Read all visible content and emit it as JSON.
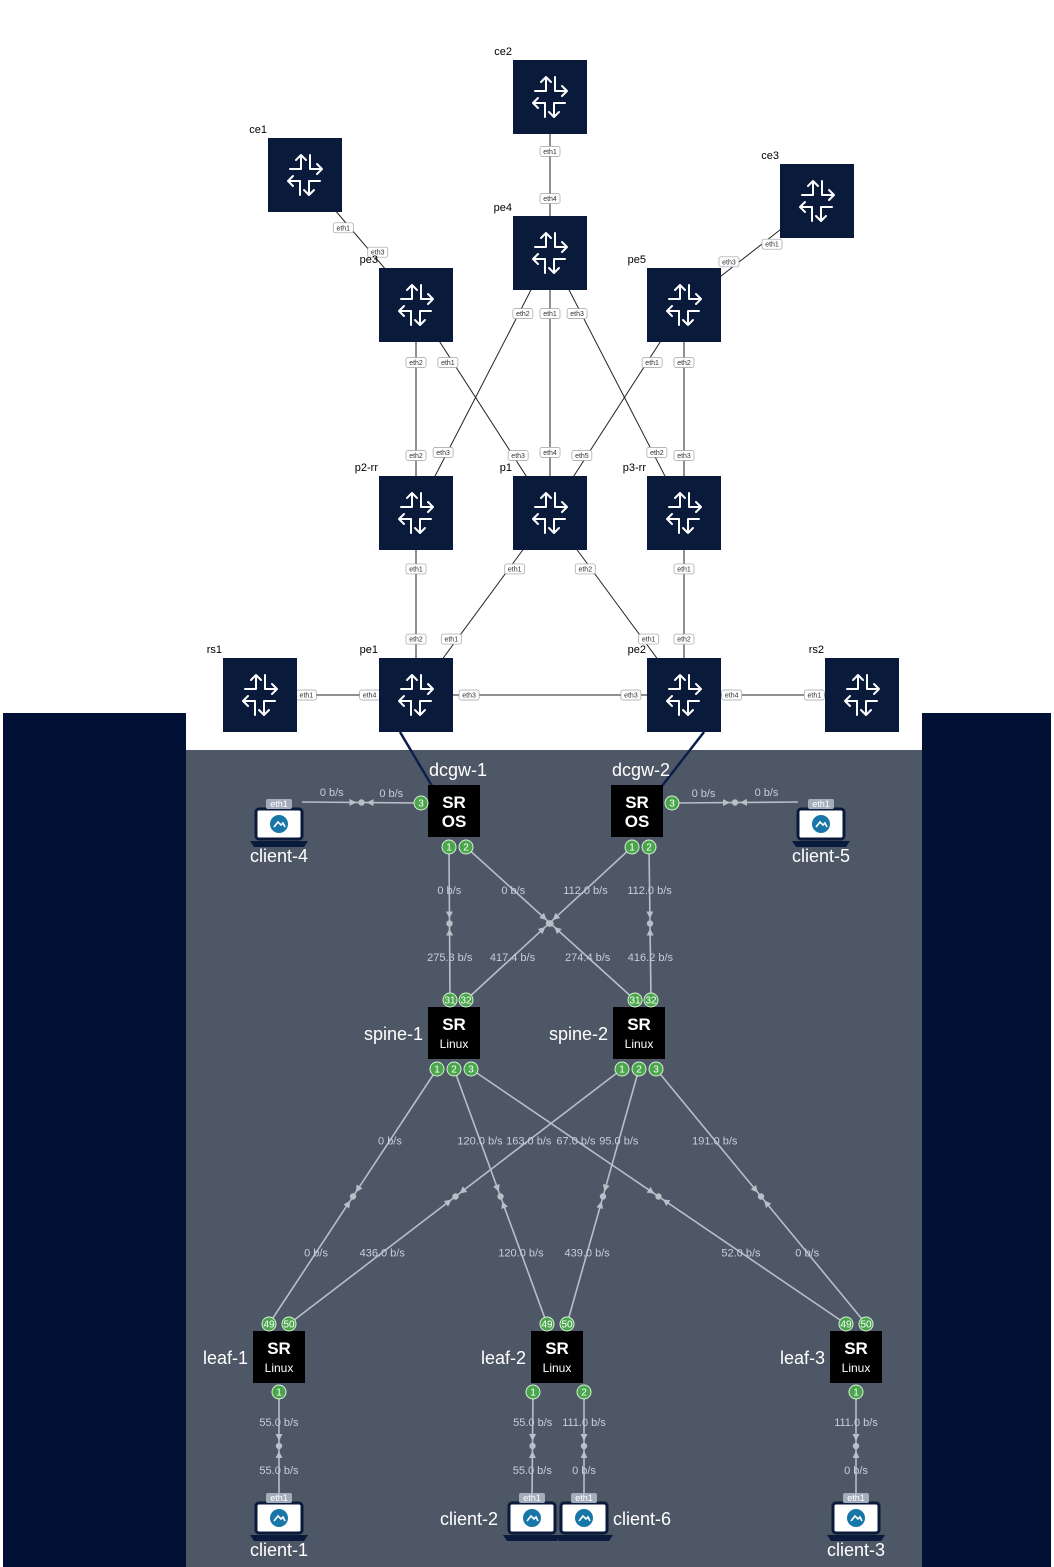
{
  "routers": [
    {
      "id": "ce2",
      "label": "ce2"
    },
    {
      "id": "ce1",
      "label": "ce1"
    },
    {
      "id": "ce3",
      "label": "ce3"
    },
    {
      "id": "pe4",
      "label": "pe4"
    },
    {
      "id": "pe3",
      "label": "pe3"
    },
    {
      "id": "pe5",
      "label": "pe5"
    },
    {
      "id": "p2-rr",
      "label": "p2-rr"
    },
    {
      "id": "p1",
      "label": "p1"
    },
    {
      "id": "p3-rr",
      "label": "p3-rr"
    },
    {
      "id": "rs1",
      "label": "rs1"
    },
    {
      "id": "pe1",
      "label": "pe1"
    },
    {
      "id": "pe2",
      "label": "pe2"
    },
    {
      "id": "rs2",
      "label": "rs2"
    }
  ],
  "links": [
    {
      "a": "ce2",
      "b": "pe4",
      "pa": "eth1",
      "pb": "eth4"
    },
    {
      "a": "ce1",
      "b": "pe3",
      "pa": "eth1",
      "pb": "eth3"
    },
    {
      "a": "ce3",
      "b": "pe5",
      "pa": "eth1",
      "pb": "eth3"
    },
    {
      "a": "pe3",
      "b": "p2-rr",
      "pa": "eth2",
      "pb": "eth2"
    },
    {
      "a": "pe3",
      "b": "p1",
      "pa": "eth1",
      "pb": "eth3"
    },
    {
      "a": "pe4",
      "b": "p2-rr",
      "pa": "eth2",
      "pb": "eth3"
    },
    {
      "a": "pe4",
      "b": "p1",
      "pa": "eth1",
      "pb": "eth4"
    },
    {
      "a": "pe4",
      "b": "p3-rr",
      "pa": "eth3",
      "pb": "eth2"
    },
    {
      "a": "pe5",
      "b": "p1",
      "pa": "eth1",
      "pb": "eth5"
    },
    {
      "a": "pe5",
      "b": "p3-rr",
      "pa": "eth2",
      "pb": "eth3"
    },
    {
      "a": "p2-rr",
      "b": "pe1",
      "pa": "eth1",
      "pb": "eth2"
    },
    {
      "a": "p1",
      "b": "pe1",
      "pa": "eth1",
      "pb": "eth1"
    },
    {
      "a": "p1",
      "b": "pe2",
      "pa": "eth2",
      "pb": "eth1"
    },
    {
      "a": "p3-rr",
      "b": "pe2",
      "pa": "eth1",
      "pb": "eth2"
    },
    {
      "a": "rs1",
      "b": "pe1",
      "pa": "eth1",
      "pb": "eth4"
    },
    {
      "a": "pe1",
      "b": "pe2",
      "pa": "eth3",
      "pb": "eth3"
    },
    {
      "a": "pe2",
      "b": "rs2",
      "pa": "eth4",
      "pb": "eth1"
    }
  ],
  "fabric_devices": [
    {
      "id": "dcgw-1",
      "label": "dcgw-1",
      "title": "SR",
      "subtitle": "OS"
    },
    {
      "id": "dcgw-2",
      "label": "dcgw-2",
      "title": "SR",
      "subtitle": "OS"
    },
    {
      "id": "spine-1",
      "label": "spine-1",
      "title": "SR",
      "subtitle": "Linux"
    },
    {
      "id": "spine-2",
      "label": "spine-2",
      "title": "SR",
      "subtitle": "Linux"
    },
    {
      "id": "leaf-1",
      "label": "leaf-1",
      "title": "SR",
      "subtitle": "Linux"
    },
    {
      "id": "leaf-2",
      "label": "leaf-2",
      "title": "SR",
      "subtitle": "Linux"
    },
    {
      "id": "leaf-3",
      "label": "leaf-3",
      "title": "SR",
      "subtitle": "Linux"
    }
  ],
  "clients": [
    {
      "id": "client-1",
      "label": "client-1",
      "tag": "eth1"
    },
    {
      "id": "client-2",
      "label": "client-2",
      "tag": "eth1"
    },
    {
      "id": "client-3",
      "label": "client-3",
      "tag": "eth1"
    },
    {
      "id": "client-4",
      "label": "client-4",
      "tag": "eth1"
    },
    {
      "id": "client-5",
      "label": "client-5",
      "tag": "eth1"
    },
    {
      "id": "client-6",
      "label": "client-6",
      "tag": "eth1"
    }
  ],
  "flows": [
    {
      "a": "dcgw-1",
      "ap": "3",
      "b": "client-4",
      "rate_a": "0 b/s",
      "rate_b": "0 b/s"
    },
    {
      "a": "dcgw-2",
      "ap": "3",
      "b": "client-5",
      "rate_a": "0 b/s",
      "rate_b": "0 b/s"
    },
    {
      "a": "dcgw-1",
      "ap": "1",
      "b": "spine-1",
      "bp": "31",
      "rate_a": "0 b/s",
      "rate_b": "275.3 b/s"
    },
    {
      "a": "dcgw-1",
      "ap": "2",
      "b": "spine-2",
      "bp": "31",
      "rate_a": "0 b/s",
      "rate_b": "274.4 b/s"
    },
    {
      "a": "dcgw-2",
      "ap": "1",
      "b": "spine-1",
      "bp": "32",
      "rate_a": "112.0 b/s",
      "rate_b": "417.4 b/s"
    },
    {
      "a": "dcgw-2",
      "ap": "2",
      "b": "spine-2",
      "bp": "32",
      "rate_a": "112.0 b/s",
      "rate_b": "416.2 b/s"
    },
    {
      "a": "spine-1",
      "ap": "1",
      "b": "leaf-1",
      "bp": "49",
      "rate_a": "0 b/s",
      "rate_b": "0 b/s"
    },
    {
      "a": "spine-1",
      "ap": "2",
      "b": "leaf-2",
      "bp": "49",
      "rate_a": "120.0 b/s",
      "rate_b": "120.0 b/s"
    },
    {
      "a": "spine-1",
      "ap": "3",
      "b": "leaf-3",
      "bp": "49",
      "rate_a": "67.0 b/s",
      "rate_b": "52.0 b/s"
    },
    {
      "a": "spine-2",
      "ap": "1",
      "b": "leaf-1",
      "bp": "50",
      "rate_a": "163.0 b/s",
      "rate_b": "436.0 b/s"
    },
    {
      "a": "spine-2",
      "ap": "2",
      "b": "leaf-2",
      "bp": "50",
      "rate_a": "95.0 b/s",
      "rate_b": "439.0 b/s"
    },
    {
      "a": "spine-2",
      "ap": "3",
      "b": "leaf-3",
      "bp": "50",
      "rate_a": "191.0 b/s",
      "rate_b": "0 b/s"
    },
    {
      "a": "leaf-1",
      "ap": "1",
      "b": "client-1",
      "rate_a": "55.0 b/s",
      "rate_b": "55.0 b/s"
    },
    {
      "a": "leaf-2",
      "ap": "1",
      "b": "client-2",
      "rate_a": "55.0 b/s",
      "rate_b": "55.0 b/s"
    },
    {
      "a": "leaf-2",
      "ap": "2",
      "b": "client-6",
      "rate_a": "111.0 b/s",
      "rate_b": "0 b/s"
    },
    {
      "a": "leaf-3",
      "ap": "1",
      "b": "client-3",
      "rate_a": "111.0 b/s",
      "rate_b": "0 b/s"
    }
  ],
  "colors": {
    "router_fill": "#0a1a3a",
    "outer_bg": "#001135",
    "fabric_bg": "#4d5766",
    "port_badge": "#4aa64a",
    "flow_line": "#b9bec7"
  }
}
